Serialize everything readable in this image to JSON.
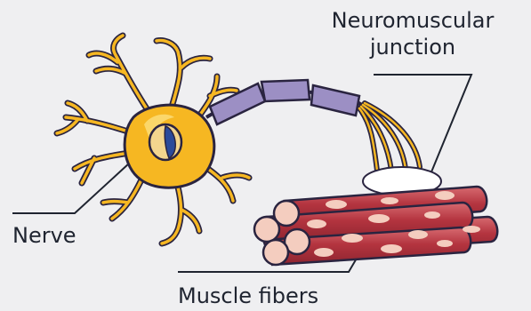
{
  "labels": {
    "neuromuscular_junction_line1": "Neuromuscular",
    "neuromuscular_junction_line2": "junction",
    "nerve": "Nerve",
    "muscle_fibers": "Muscle fibers"
  },
  "colors": {
    "background": "#efeff1",
    "outline": "#2a2440",
    "neuron_body": "#f6b722",
    "neuron_highlight": "#fbd76a",
    "nucleus": "#2b4a9a",
    "axon_sheath": "#9c8fc4",
    "muscle": "#b4343f",
    "muscle_light": "#d76a70",
    "muscle_spot": "#f4cdbf",
    "junction": "#ffffff",
    "leader_line": "#1f2430"
  }
}
